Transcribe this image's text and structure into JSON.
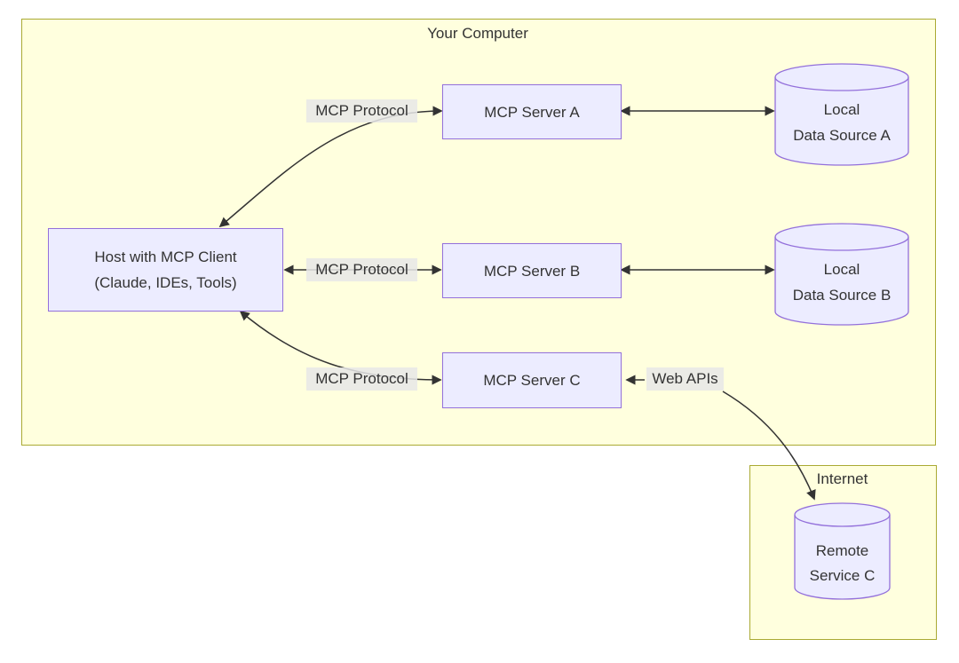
{
  "diagram": {
    "type": "flowchart",
    "subgraphs": {
      "computer": {
        "title": "Your Computer"
      },
      "internet": {
        "title": "Internet"
      }
    },
    "nodes": {
      "host": {
        "line1": "Host with MCP Client",
        "line2": "(Claude, IDEs, Tools)",
        "shape": "rectangle"
      },
      "server_a": {
        "label": "MCP Server A",
        "shape": "rectangle"
      },
      "server_b": {
        "label": "MCP Server B",
        "shape": "rectangle"
      },
      "server_c": {
        "label": "MCP Server C",
        "shape": "rectangle"
      },
      "data_a": {
        "line1": "Local",
        "line2": "Data Source A",
        "shape": "cylinder"
      },
      "data_b": {
        "line1": "Local",
        "line2": "Data Source B",
        "shape": "cylinder"
      },
      "remote_c": {
        "line1": "Remote",
        "line2": "Service C",
        "shape": "cylinder"
      }
    },
    "edges": {
      "protocol_a": {
        "label": "MCP Protocol",
        "from": "host",
        "to": "server_a",
        "bidirectional": true
      },
      "protocol_b": {
        "label": "MCP Protocol",
        "from": "host",
        "to": "server_b",
        "bidirectional": true
      },
      "protocol_c": {
        "label": "MCP Protocol",
        "from": "host",
        "to": "server_c",
        "bidirectional": true
      },
      "server_a_data_a": {
        "label": "",
        "from": "server_a",
        "to": "data_a",
        "bidirectional": true
      },
      "server_b_data_b": {
        "label": "",
        "from": "server_b",
        "to": "data_b",
        "bidirectional": true
      },
      "web_apis": {
        "label": "Web APIs",
        "from": "server_c",
        "to": "remote_c",
        "bidirectional": false
      }
    },
    "colors": {
      "node_fill": "#ECECFF",
      "node_border": "#9370DB",
      "subgraph_fill": "#ffffde",
      "subgraph_border": "#aaaa33",
      "edge_line": "#333333",
      "edge_label_bg": "#e8e8e8",
      "text": "#333333",
      "background": "#ffffff"
    }
  }
}
